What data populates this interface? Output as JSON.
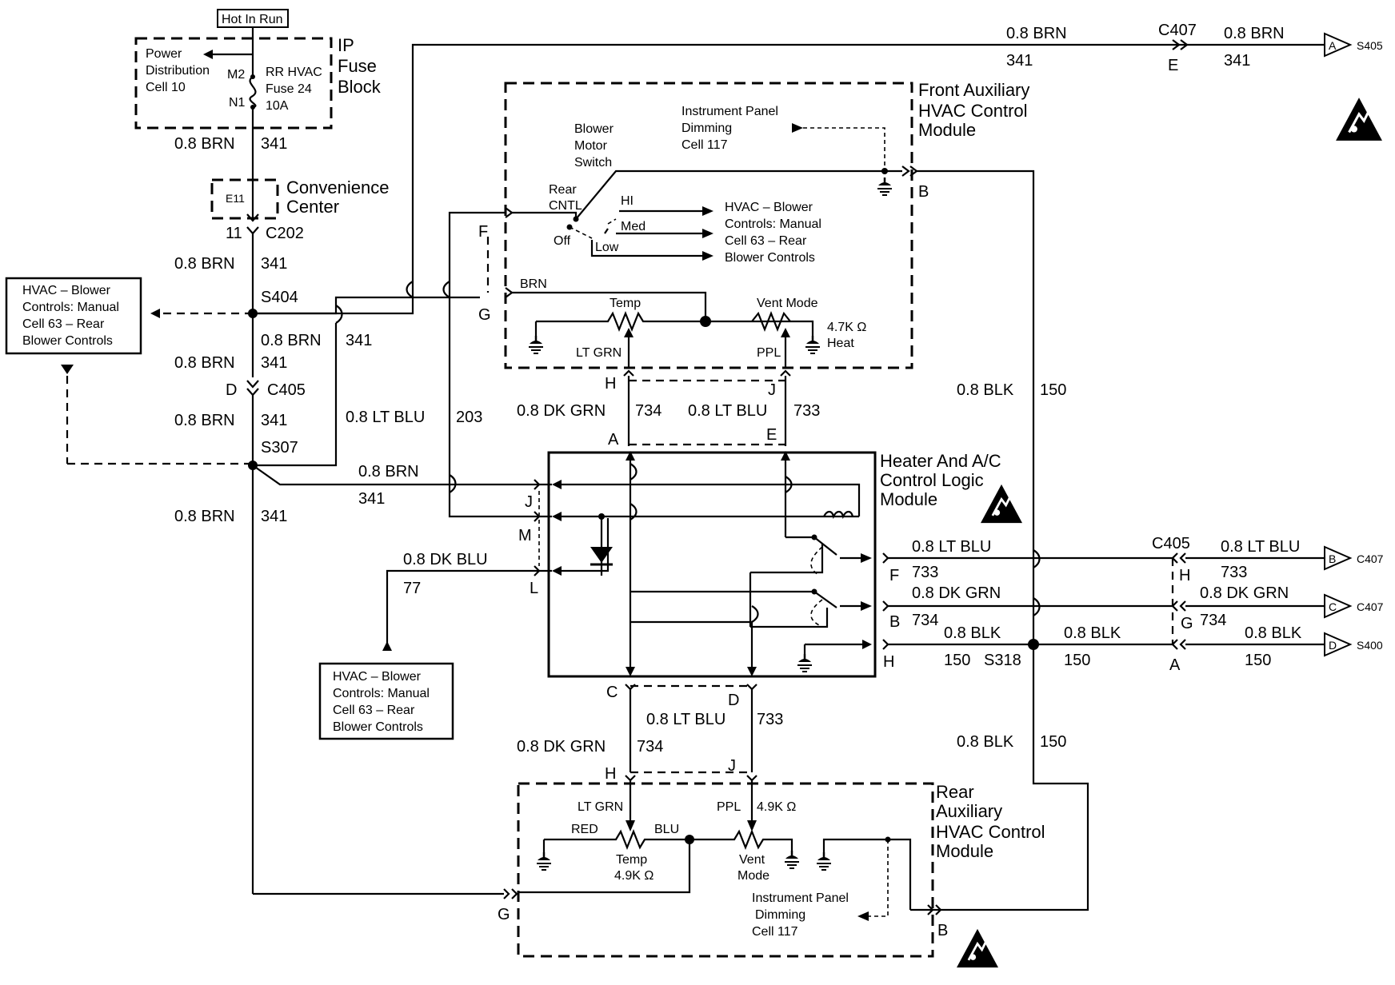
{
  "top": {
    "hot_in_run": "Hot In Run",
    "ip_fuse_block": [
      "IP",
      "Fuse",
      "Block"
    ],
    "power_dist": [
      "Power",
      "Distribution",
      "Cell 10"
    ],
    "m2": "M2",
    "n1": "N1",
    "fuse": [
      "RR HVAC",
      "Fuse 24",
      "10A"
    ],
    "wire_0_8_brn": "0.8 BRN",
    "circ_341": "341",
    "conv_center": [
      "Convenience",
      "Center"
    ],
    "e11": "E11",
    "pin_11": "11",
    "c202": "C202",
    "s404": "S404",
    "d": "D",
    "c405": "C405",
    "s307": "S307",
    "wire_0_8_lt_blu": "0.8 LT BLU",
    "circ_203": "203",
    "c407": "C407",
    "e": "E",
    "a": "A",
    "s405": "S405"
  },
  "left_ref": {
    "lines": [
      "HVAC – Blower",
      "Controls: Manual",
      "Cell 63 – Rear",
      "Blower Controls"
    ]
  },
  "front_module": {
    "title": [
      "Front Auxiliary",
      "HVAC Control",
      "Module"
    ],
    "ipd": [
      "Instrument Panel",
      "Dimming",
      "Cell 117"
    ],
    "bms": [
      "Blower",
      "Motor",
      "Switch"
    ],
    "rear_cntl": [
      "Rear",
      "CNTL"
    ],
    "off": "Off",
    "hi": "HI",
    "med": "Med",
    "low": "Low",
    "hvac_ref": [
      "HVAC – Blower",
      "Controls: Manual",
      "Cell 63 – Rear",
      "Blower Controls"
    ],
    "brn": "BRN",
    "temp": "Temp",
    "vent_mode": "Vent Mode",
    "ohm": "4.7K Ω",
    "heat": "Heat",
    "lt_grn": "LT GRN",
    "ppl": "PPL",
    "pin_f": "F",
    "pin_g": "G",
    "pin_b": "B",
    "pin_h": "H",
    "pin_j": "J"
  },
  "mid": {
    "dk_grn": "0.8 DK GRN",
    "c734": "734",
    "lt_blu": "0.8 LT BLU",
    "c733": "733",
    "blk": "0.8 BLK",
    "c150": "150",
    "pin_a": "A",
    "pin_e": "E"
  },
  "hac_module": {
    "title": [
      "Heater And A/C",
      "Control  Logic",
      "Module"
    ],
    "pin_j": "J",
    "pin_m": "M",
    "pin_l": "L",
    "pin_f": "F",
    "pin_b": "B",
    "pin_h": "H",
    "pin_c": "C",
    "pin_d": "D",
    "dk_blu": "0.8 DK BLU",
    "c77": "77"
  },
  "bottom_ref": {
    "lines": [
      "HVAC – Blower",
      "Controls: Manual",
      "Cell 63 – Rear",
      "Blower Controls"
    ]
  },
  "right": {
    "c405": "C405",
    "c407": "C407",
    "s400": "S400",
    "s318": "S318",
    "pin_h": "H",
    "pin_g": "G",
    "pin_a": "A",
    "tri_b": "B",
    "tri_c": "C",
    "tri_d": "D"
  },
  "rear_module": {
    "title": [
      "Rear",
      "Auxiliary",
      "HVAC Control",
      "Module"
    ],
    "lt_grn": "LT GRN",
    "ppl": "PPL",
    "ohm": "4.9K Ω",
    "red": "RED",
    "blu": "BLU",
    "temp": "Temp",
    "temp_ohm": "4.9K Ω",
    "vent": [
      "Vent",
      "Mode"
    ],
    "ipd": [
      "Instrument Panel",
      "Dimming",
      "Cell 117"
    ],
    "pin_g": "G",
    "pin_b": "B",
    "pin_h": "H",
    "pin_j": "J"
  }
}
